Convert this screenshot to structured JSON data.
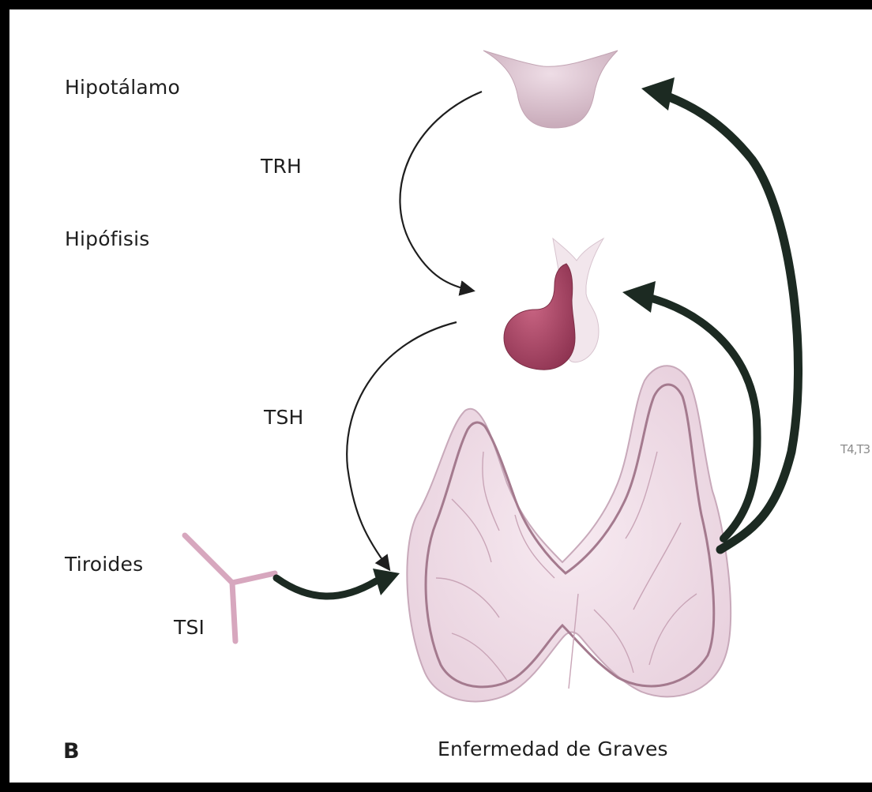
{
  "labels": {
    "hypothalamus": "Hipotálamo",
    "pituitary": "Hipófisis",
    "thyroid": "Tiroides",
    "trh": "TRH",
    "tsh": "TSH",
    "tsi": "TSI",
    "hormones": "T4,T3",
    "panel_letter": "B",
    "caption": "Enfermedad de Graves"
  },
  "colors": {
    "background": "#ffffff",
    "frame": "#000000",
    "text": "#1e1e1e",
    "hypothalamus_fill": "#d9bfcd",
    "pituitary_fill": "#b4506e",
    "thyroid_fill": "#f0dde9",
    "thyroid_outline": "#a47a8e",
    "feedback_arrow": "#1c2a22",
    "antibody": "#d7a7be"
  },
  "icons": {
    "hypothalamus": "hypothalamus-shape",
    "pituitary": "pituitary-gland-shape",
    "thyroid": "thyroid-gland-shape",
    "antibody": "y-shaped-antibody"
  }
}
